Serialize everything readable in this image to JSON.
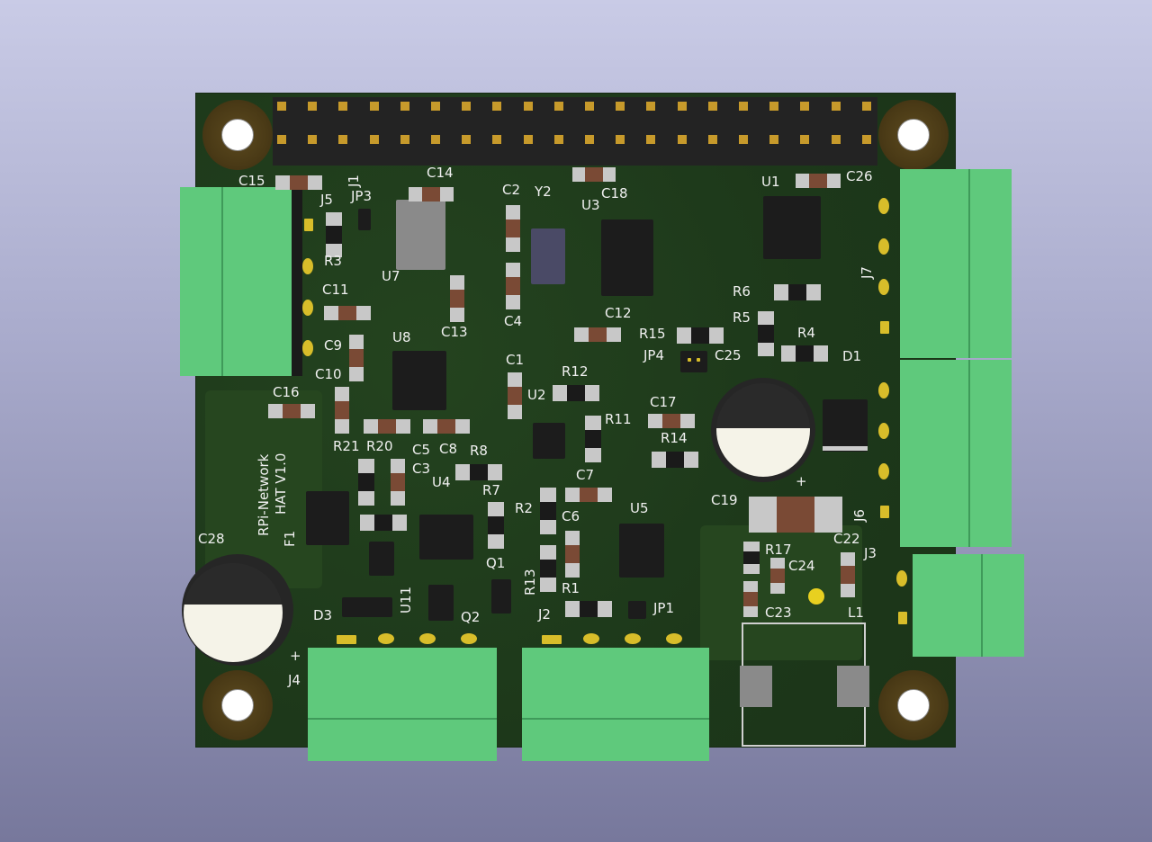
{
  "board": {
    "silkscreen_title": "RPi-Network",
    "silkscreen_subtitle": "HAT  V1.0",
    "labels": {
      "C15": "C15",
      "J1": "J1",
      "C14": "C14",
      "C2": "C2",
      "Y2": "Y2",
      "C18": "C18",
      "U1": "U1",
      "C26": "C26",
      "J5": "J5",
      "JP3": "JP3",
      "U3": "U3",
      "R3": "R3",
      "U7": "U7",
      "C11": "C11",
      "C4": "C4",
      "C12": "C12",
      "R6": "R6",
      "J7": "J7",
      "R5": "R5",
      "C13": "C13",
      "R15": "R15",
      "R4": "R4",
      "C9": "C9",
      "U8": "U8",
      "JP4": "JP4",
      "C25": "C25",
      "D1": "D1",
      "C10": "C10",
      "C1": "C1",
      "R12": "R12",
      "C16": "C16",
      "U2": "U2",
      "C17": "C17",
      "R11": "R11",
      "R14": "R14",
      "R21": "R21",
      "R20": "R20",
      "C5": "C5",
      "C8": "C8",
      "R8": "R8",
      "C3": "C3",
      "C7": "C7",
      "U4": "U4",
      "R7": "R7",
      "C19": "C19",
      "J6": "J6",
      "R2": "R2",
      "C6": "C6",
      "U5": "U5",
      "C28": "C28",
      "F1": "F1",
      "R17": "R17",
      "C24": "C24",
      "C22": "C22",
      "J3": "J3",
      "Q1": "Q1",
      "R13": "R13",
      "R1": "R1",
      "U11": "U11",
      "D3": "D3",
      "Q2": "Q2",
      "J2": "J2",
      "JP1": "JP1",
      "C23": "C23",
      "L1": "L1",
      "J4": "J4",
      "plus1": "+",
      "plus2": "+"
    }
  },
  "colors": {
    "background_top": "#c9cbe6",
    "background_bottom": "#77789c",
    "pcb": "#1f3a1b",
    "terminal_block": "#5fc97c",
    "pad_gold": "#d8bd2a"
  }
}
